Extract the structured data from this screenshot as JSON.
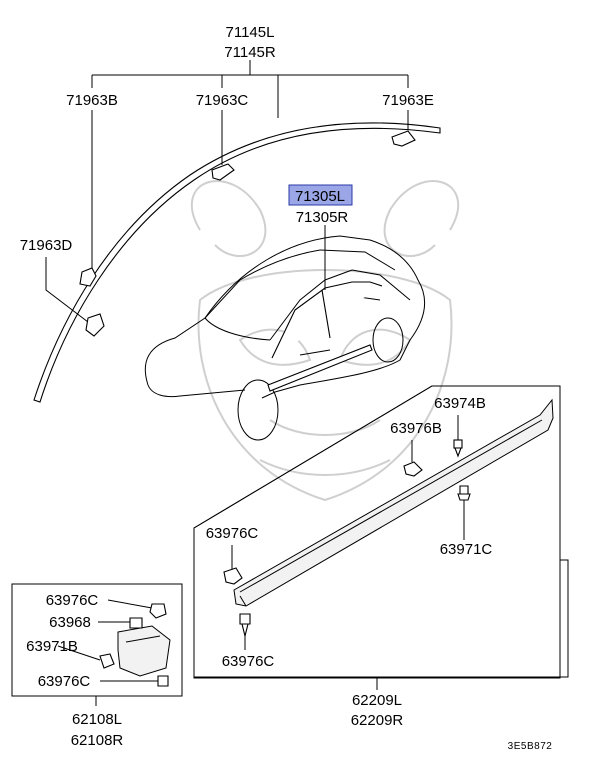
{
  "labels": {
    "l71145L": "71145L",
    "l71145R": "71145R",
    "l71963B": "71963B",
    "l71963C": "71963C",
    "l71963E": "71963E",
    "l71963D": "71963D",
    "l71305L": "71305L",
    "l71305R": "71305R",
    "l63974B": "63974B",
    "l63976B": "63976B",
    "l63976C_a": "63976C",
    "l63971C": "63971C",
    "l63976C_b": "63976C",
    "l62209L": "62209L",
    "l62209R": "62209R",
    "l63976C_c": "63976C",
    "l63968": "63968",
    "l63971B": "63971B",
    "l63976C_d": "63976C",
    "l62108L": "62108L",
    "l62108R": "62108R",
    "code": "3E5B872"
  },
  "colors": {
    "highlight": "#9aa6e6",
    "watermark": "#cfcfcf"
  }
}
